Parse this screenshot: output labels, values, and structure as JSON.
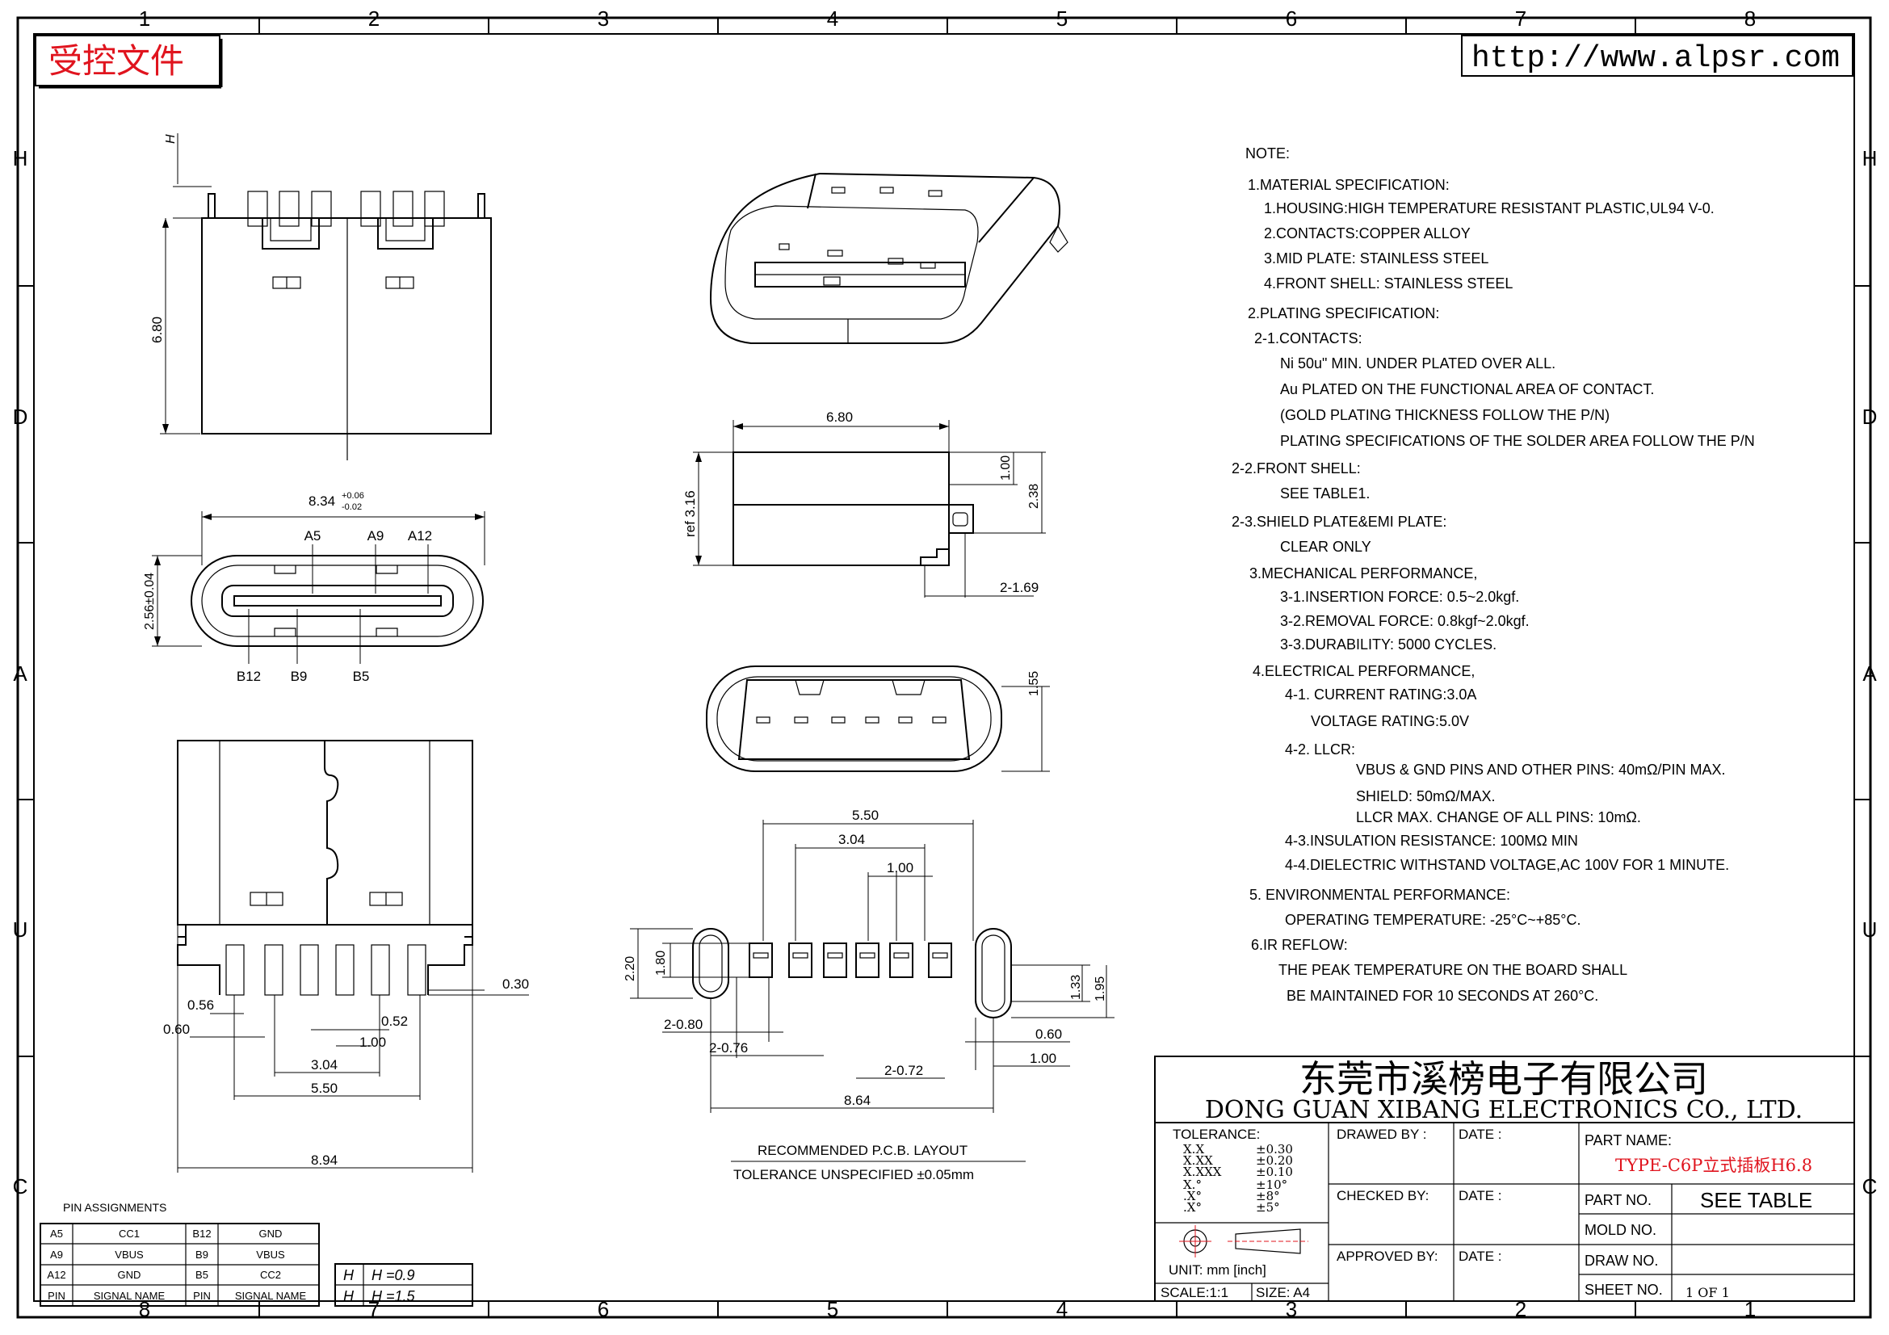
{
  "frame": {
    "columns_top": [
      "1",
      "2",
      "3",
      "4",
      "5",
      "6",
      "7",
      "8"
    ],
    "columns_bottom": [
      "8",
      "7",
      "6",
      "5",
      "4",
      "3",
      "2",
      "1"
    ],
    "rows_left": [
      "H",
      "D",
      "A",
      "U",
      "C"
    ],
    "rows_right": [
      "H",
      "D",
      "A",
      "U",
      "C"
    ]
  },
  "stamp": {
    "text": "受控文件",
    "color": "#e0141e"
  },
  "website": {
    "text": "http://www.alpsr.com"
  },
  "views": {
    "side": {
      "h_label": "H",
      "height": "6.80"
    },
    "front": {
      "width": "8.34",
      "tol_plus": "+0.06",
      "tol_minus": "-0.02",
      "height": "2.56±0.04",
      "pins_top": [
        "A5",
        "A9",
        "A12"
      ],
      "pins_bottom": [
        "B12",
        "B9",
        "B5"
      ]
    },
    "bottom": {
      "d030": "0.30",
      "d056": "0.56",
      "d060": "0.60",
      "d052": "0.52",
      "d100": "1.00",
      "d304": "3.04",
      "d550": "5.50",
      "d894": "8.94"
    },
    "profile": {
      "w680": "6.80",
      "h100": "1.00",
      "h238": "2.38",
      "ref": "ref 3.16",
      "d169": "2-1.69"
    },
    "mouth": {
      "h155": "1.55"
    },
    "pcb": {
      "d550": "5.50",
      "d304": "3.04",
      "d100": "1.00",
      "h220": "2.20",
      "h180": "1.80",
      "h133": "1.33",
      "h195": "1.95",
      "d080": "2-0.80",
      "d076": "2-0.76",
      "d072": "2-0.72",
      "d060": "0.60",
      "d100b": "1.00",
      "d864": "8.64",
      "caption": "RECOMMENDED  P.C.B. LAYOUT",
      "tolerance": "TOLERANCE UNSPECIFIED ±0.05mm"
    }
  },
  "notes": {
    "title": "NOTE:",
    "lines": [
      "1.MATERIAL SPECIFICATION:",
      "1.HOUSING:HIGH TEMPERATURE RESISTANT PLASTIC,UL94 V-0.",
      "2.CONTACTS:COPPER ALLOY",
      "3.MID PLATE: STAINLESS STEEL",
      "4.FRONT SHELL: STAINLESS STEEL",
      "2.PLATING SPECIFICATION:",
      "2-1.CONTACTS:",
      "Ni 50u\" MIN. UNDER PLATED OVER ALL.",
      "Au PLATED ON THE FUNCTIONAL AREA OF CONTACT.",
      "(GOLD PLATING THICKNESS FOLLOW THE P/N)",
      "PLATING SPECIFICATIONS OF THE SOLDER AREA FOLLOW THE P/N",
      "2-2.FRONT SHELL:",
      "SEE TABLE1.",
      "2-3.SHIELD PLATE&EMI PLATE:",
      "CLEAR ONLY",
      "3.MECHANICAL PERFORMANCE,",
      "3-1.INSERTION FORCE: 0.5~2.0kgf.",
      "3-2.REMOVAL FORCE: 0.8kgf~2.0kgf.",
      "3-3.DURABILITY: 5000 CYCLES.",
      "4.ELECTRICAL PERFORMANCE,",
      "4-1. CURRENT RATING:3.0A",
      "VOLTAGE RATING:5.0V",
      "4-2. LLCR:",
      "VBUS & GND PINS AND OTHER PINS: 40mΩ/PIN MAX.",
      "SHIELD: 50mΩ/MAX.",
      "LLCR MAX. CHANGE OF ALL PINS: 10mΩ.",
      "4-3.INSULATION RESISTANCE: 100MΩ  MIN",
      "4-4.DIELECTRIC WITHSTAND VOLTAGE,AC 100V FOR 1 MINUTE.",
      "5. ENVIRONMENTAL PERFORMANCE:",
      "OPERATING TEMPERATURE: -25°C~+85°C.",
      "6.IR REFLOW:",
      "THE PEAK TEMPERATURE ON THE BOARD SHALL",
      "BE MAINTAINED FOR 10 SECONDS AT 260°C."
    ]
  },
  "pin_table": {
    "title": "PIN ASSIGNMENTS",
    "rows": [
      [
        "A5",
        "CC1",
        "B12",
        "GND"
      ],
      [
        "A9",
        "VBUS",
        "B9",
        "VBUS"
      ],
      [
        "A12",
        "GND",
        "B5",
        "CC2"
      ],
      [
        "PIN",
        "SIGNAL NAME",
        "PIN",
        "SIGNAL NAME"
      ]
    ]
  },
  "h_table": {
    "rows": [
      [
        "H",
        "H  =0.9"
      ],
      [
        "H",
        "H  =1.5"
      ]
    ]
  },
  "title_block": {
    "company_cn": "东莞市溪榜电子有限公司",
    "company_en": "DONG GUAN XIBANG ELECTRONICS CO.,  LTD.",
    "tolerance_title": "TOLERANCE:",
    "tolerance_keys": [
      "X.X",
      "X.XX",
      "X.XXX",
      "X.°",
      ".X°",
      ".X°"
    ],
    "tolerance_vals": [
      "±0.30",
      "±0.20",
      "±0.10",
      "±10°",
      "±8°",
      "±5°"
    ],
    "unit": "UNIT:  mm  [inch]",
    "scale": "SCALE:1:1",
    "size": "SIZE:  A4",
    "drawn_by": "DRAWED BY :",
    "checked_by": "CHECKED BY:",
    "approved_by": "APPROVED BY:",
    "date": "DATE :",
    "part_name_label": "PART NAME:",
    "part_name_value": "TYPE-C6P立式插板H6.8",
    "part_no_label": "PART NO.",
    "part_no_value": "SEE TABLE",
    "mold_no_label": "MOLD NO.",
    "draw_no_label": "DRAW NO.",
    "sheet_no_label": "SHEET NO.",
    "sheet_no_value": "1 OF 1"
  }
}
